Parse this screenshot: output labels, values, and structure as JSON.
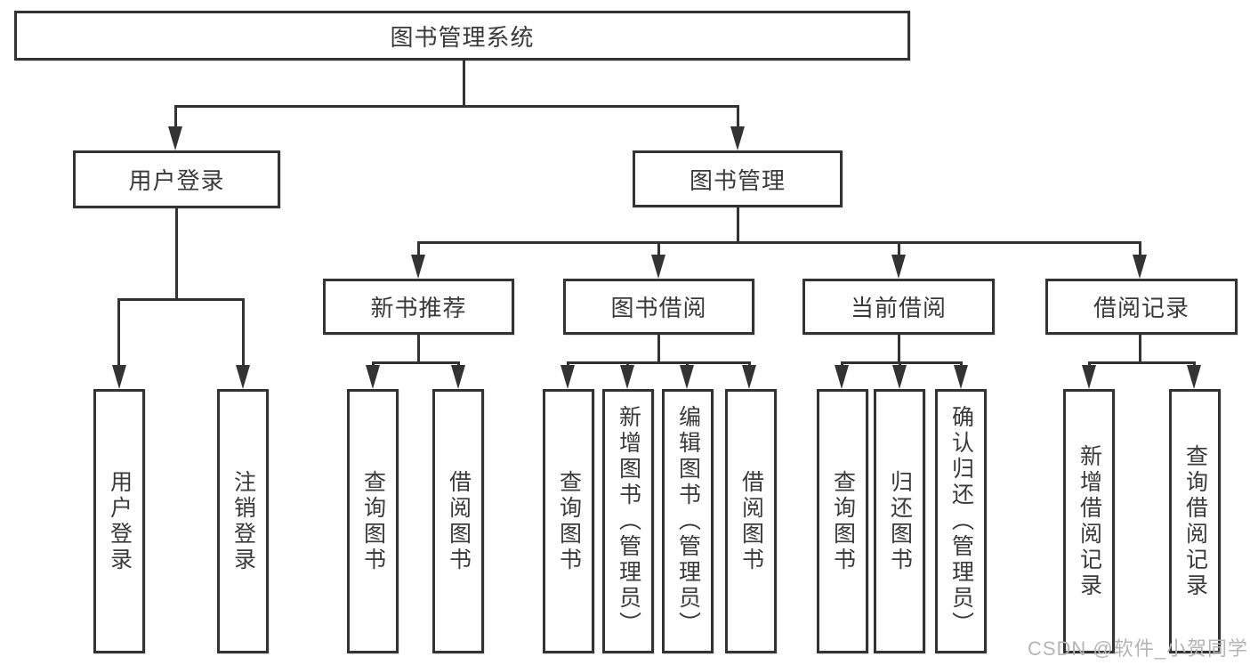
{
  "tree": {
    "label": "图书管理系统",
    "children": [
      {
        "label": "用户登录",
        "children": [
          {
            "label": "用户登录"
          },
          {
            "label": "注销登录"
          }
        ]
      },
      {
        "label": "图书管理",
        "children": [
          {
            "label": "新书推荐",
            "children": [
              {
                "label": "查询图书"
              },
              {
                "label": "借阅图书"
              }
            ]
          },
          {
            "label": "图书借阅",
            "children": [
              {
                "label": "查询图书"
              },
              {
                "label": "新增图书（管理员）"
              },
              {
                "label": "编辑图书（管理员）"
              },
              {
                "label": "借阅图书"
              }
            ]
          },
          {
            "label": "当前借阅",
            "children": [
              {
                "label": "查询图书"
              },
              {
                "label": "归还图书"
              },
              {
                "label": "确认归还（管理员）"
              }
            ]
          },
          {
            "label": "借阅记录",
            "children": [
              {
                "label": "新增借阅记录"
              },
              {
                "label": "查询借阅记录"
              }
            ]
          }
        ]
      }
    ]
  },
  "watermark": "CSDN @软件_小贺同学",
  "colors": {
    "line": "#333333",
    "box_border": "#333333",
    "text": "#3a3a3a",
    "watermark": "#b5b5b5",
    "background": "#ffffff"
  }
}
